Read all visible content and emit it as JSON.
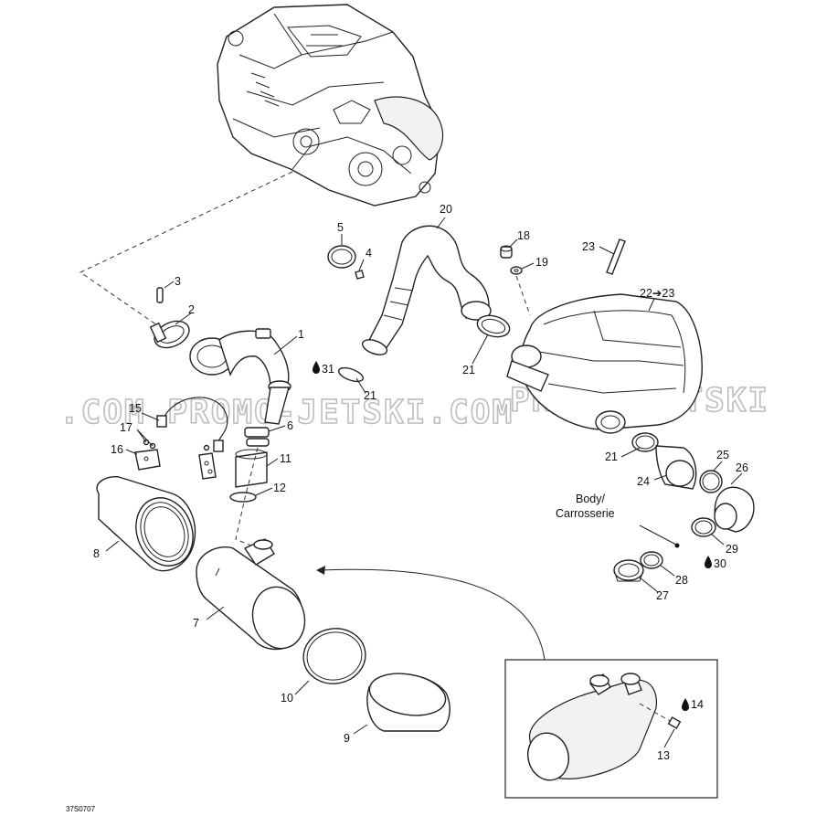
{
  "watermark": {
    "left": ".COM PROMO-JETSKI.COM",
    "right": "PROMO-JETSKI"
  },
  "drawing_code": "37S0707",
  "note": {
    "line1": "Body/",
    "line2": "Carrosserie"
  },
  "callouts": [
    {
      "id": "1",
      "text": "1"
    },
    {
      "id": "2",
      "text": "2"
    },
    {
      "id": "3",
      "text": "3"
    },
    {
      "id": "4",
      "text": "4"
    },
    {
      "id": "5",
      "text": "5"
    },
    {
      "id": "6",
      "text": "6"
    },
    {
      "id": "7",
      "text": "7"
    },
    {
      "id": "8",
      "text": "8"
    },
    {
      "id": "9",
      "text": "9"
    },
    {
      "id": "10",
      "text": "10"
    },
    {
      "id": "11",
      "text": "11"
    },
    {
      "id": "12",
      "text": "12"
    },
    {
      "id": "13",
      "text": "13"
    },
    {
      "id": "14",
      "text": "14"
    },
    {
      "id": "15",
      "text": "15"
    },
    {
      "id": "16",
      "text": "16"
    },
    {
      "id": "17",
      "text": "17"
    },
    {
      "id": "18",
      "text": "18"
    },
    {
      "id": "19",
      "text": "19"
    },
    {
      "id": "20",
      "text": "20"
    },
    {
      "id": "21a",
      "text": "21"
    },
    {
      "id": "21b",
      "text": "21"
    },
    {
      "id": "21c",
      "text": "21"
    },
    {
      "id": "22",
      "text": "22➔23"
    },
    {
      "id": "23",
      "text": "23"
    },
    {
      "id": "24",
      "text": "24"
    },
    {
      "id": "25",
      "text": "25"
    },
    {
      "id": "26",
      "text": "26"
    },
    {
      "id": "27",
      "text": "27"
    },
    {
      "id": "28",
      "text": "28"
    },
    {
      "id": "29",
      "text": "29"
    },
    {
      "id": "30",
      "text": "30"
    },
    {
      "id": "31",
      "text": "31"
    }
  ]
}
